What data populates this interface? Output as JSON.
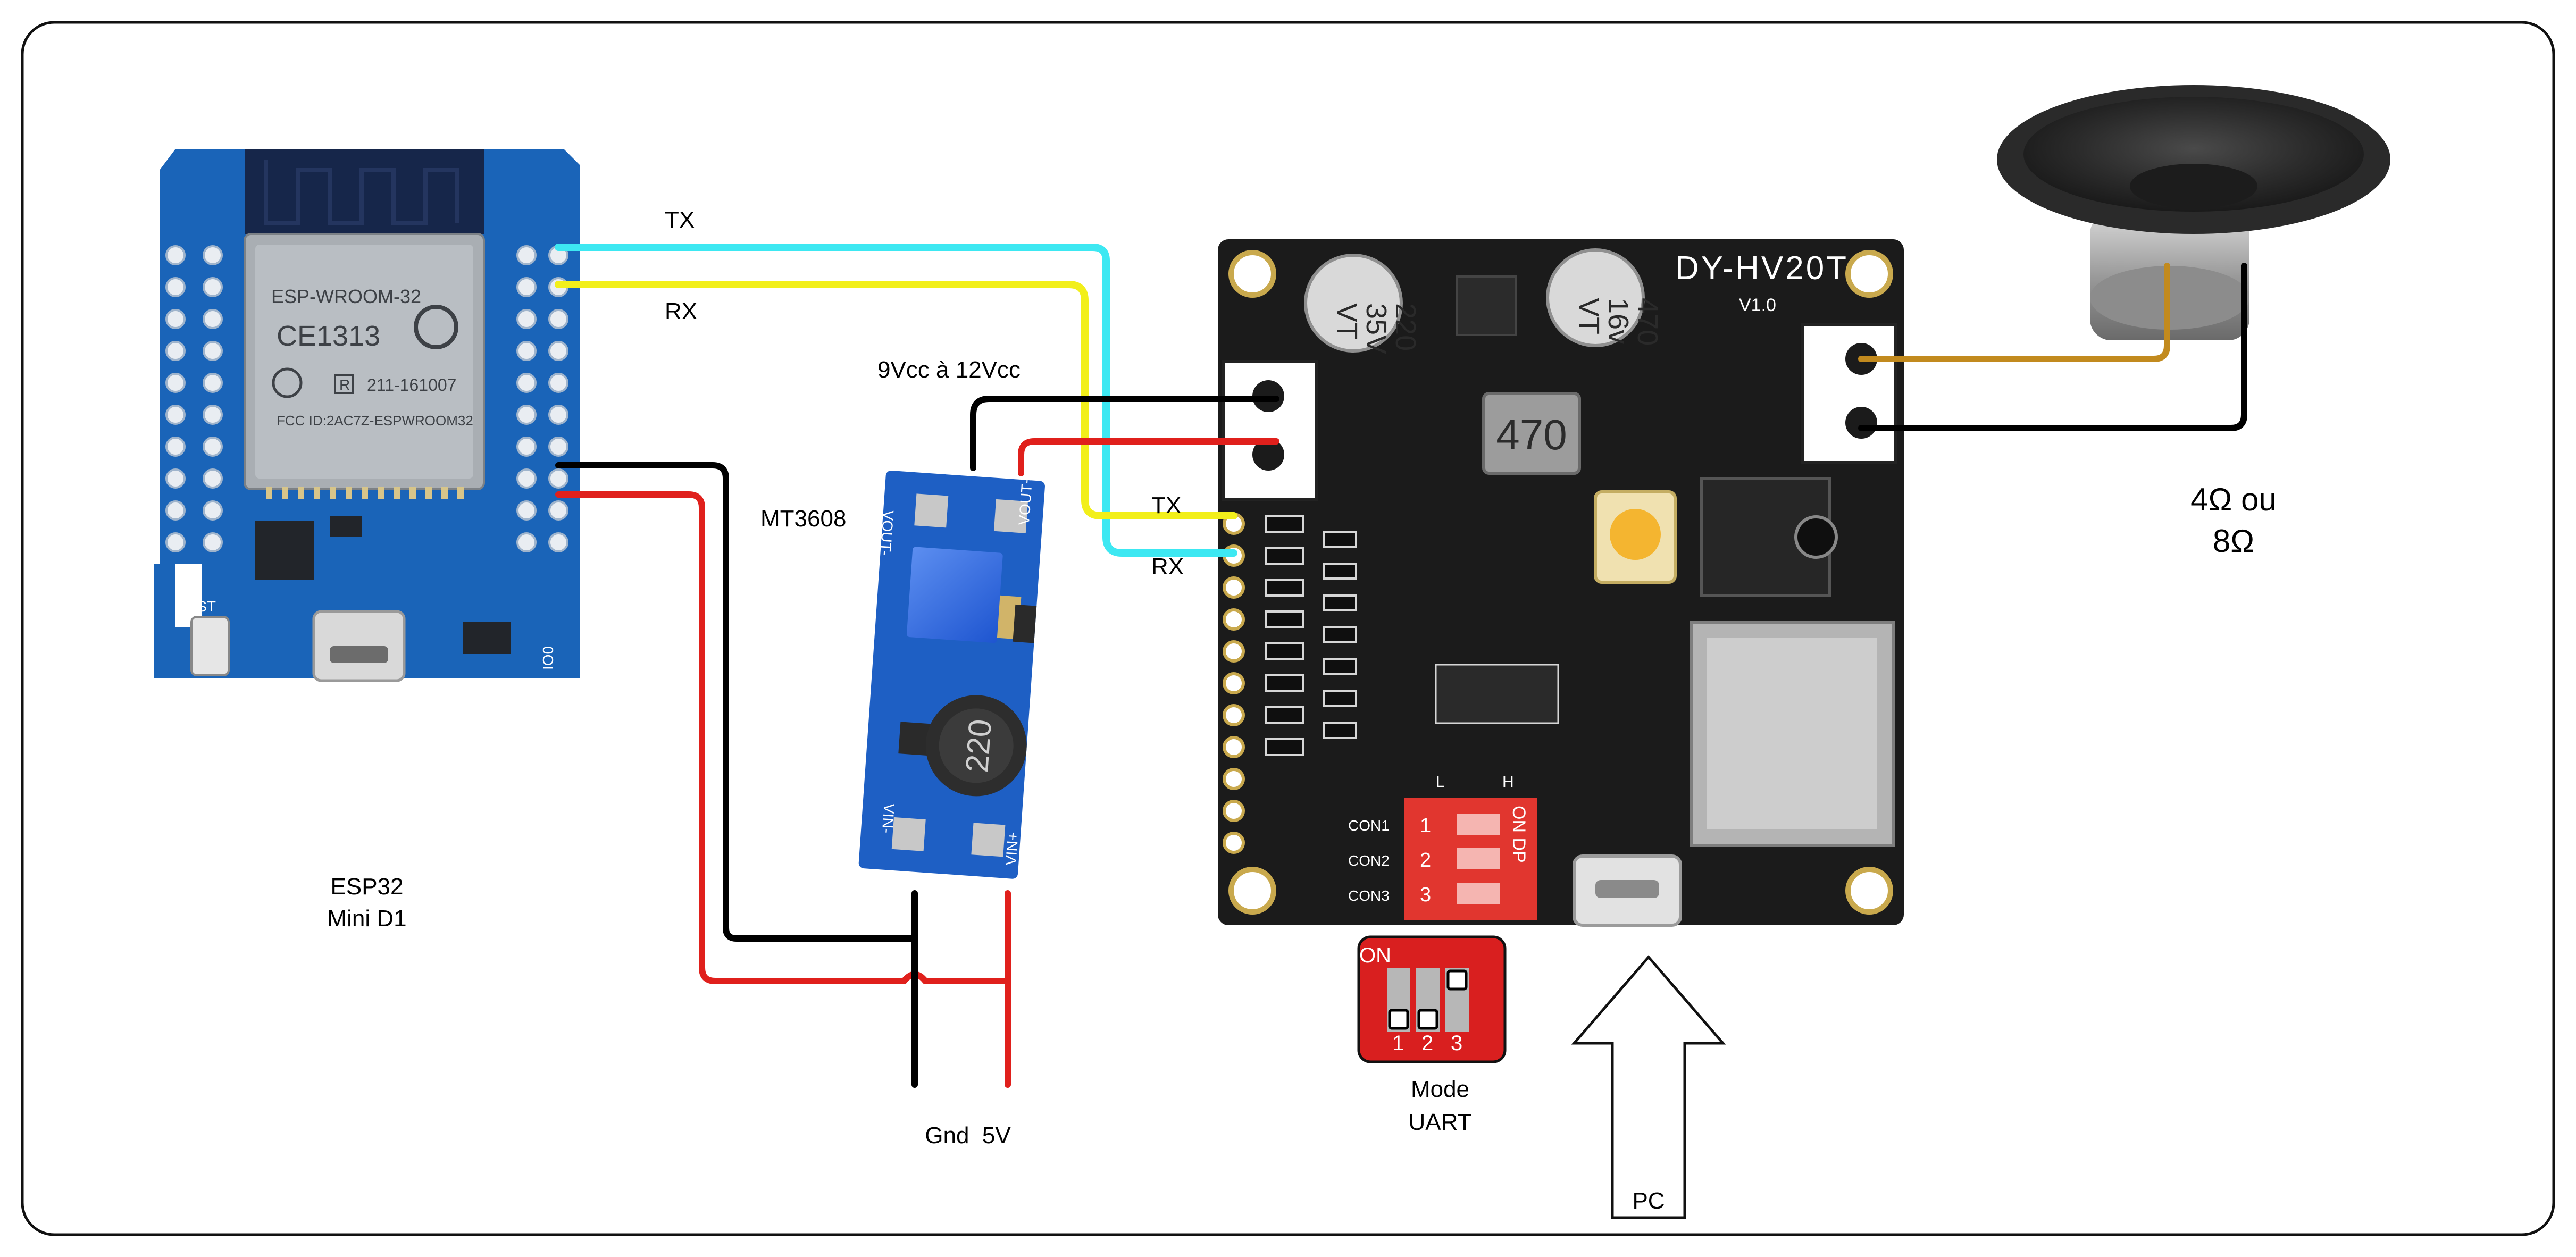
{
  "labels": {
    "tx_top": "TX",
    "rx_top": "RX",
    "supply": "9Vcc à 12Vcc",
    "converter_name": "MT3608",
    "tx_board": "TX",
    "rx_board": "RX",
    "esp_line1": "ESP32",
    "esp_line2": "Mini D1",
    "power_rails": "Gnd  5V",
    "mode_line1": "Mode",
    "mode_line2": "UART",
    "pc": "PC",
    "speaker_line1": "4Ω ou",
    "speaker_line2": "8Ω"
  },
  "esp_board": {
    "module_brand": "ESP-WROOM-32",
    "module_ce": "CE1313",
    "module_r": "R",
    "module_id": "211-161007",
    "module_fcc": "FCC ID:2AC7Z-ESPWROOM32",
    "button_label": "RST",
    "io_label": "IO0"
  },
  "mt3608": {
    "vout_minus": "VOUT-",
    "vout_plus": "VOUT+",
    "vin_minus": "VIN-",
    "vin_plus": "VIN+",
    "inductor": "220"
  },
  "player_board": {
    "title": "DY-HV20T",
    "version": "V1.0",
    "cap1_l1": "220",
    "cap1_l2": "35V",
    "cap1_l3": "VT",
    "cap2_l1": "470",
    "cap2_l2": "16v",
    "cap2_l3": "VT",
    "inductor": "470",
    "con1": "CON1",
    "con2": "CON2",
    "con3": "CON3",
    "dip_on": "ON DP",
    "dip_nums": [
      "1",
      "2",
      "3"
    ],
    "dip_l": "L",
    "dip_h": "H"
  },
  "dip_switch": {
    "on_label": "ON",
    "numbers": [
      "1",
      "2",
      "3"
    ],
    "positions": [
      "down",
      "down",
      "up"
    ]
  },
  "wire_colors": {
    "tx": "#3de8f2",
    "rx": "#f2ef1a",
    "positive": "#e0201c",
    "ground": "#000000",
    "speaker_positive": "#c28a1e"
  }
}
